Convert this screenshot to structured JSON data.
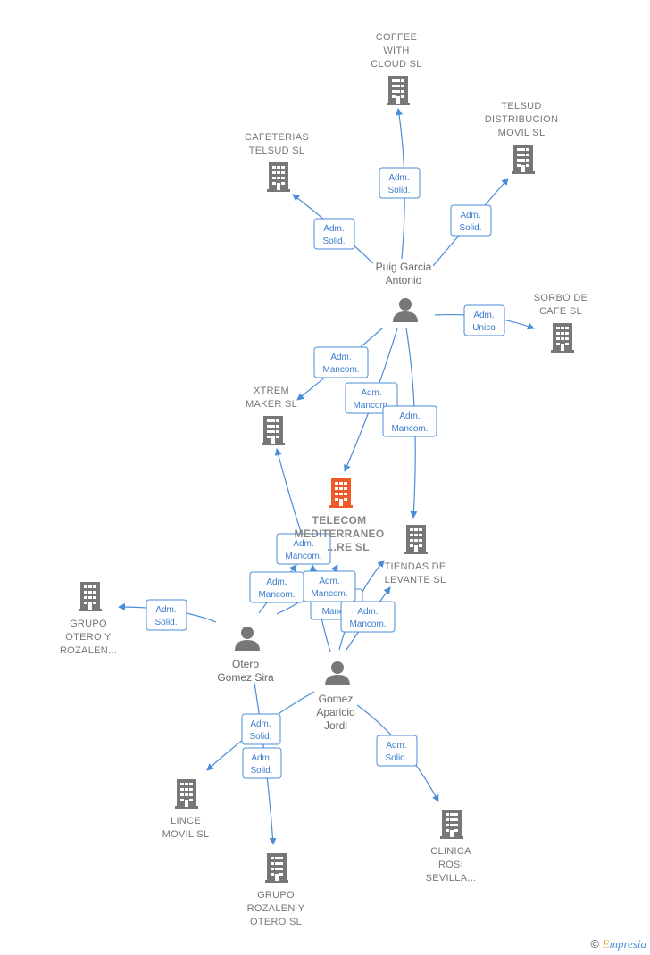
{
  "colors": {
    "edge": "#4a8cd8",
    "company": "#777777",
    "main_company": "#f05a28",
    "person": "#777777"
  },
  "companies": {
    "coffee_with_cloud": [
      "COFFEE",
      "WITH",
      "CLOUD  SL"
    ],
    "telsud_distribucion": [
      "TELSUD",
      "DISTRIBUCION",
      "MOVIL  SL"
    ],
    "cafeterias_telsud": [
      "CAFETERIAS",
      "TELSUD  SL"
    ],
    "sorbo_de_cafe": [
      "SORBO DE",
      "CAFE  SL"
    ],
    "xtrem_maker": [
      "XTREM",
      "MAKER  SL"
    ],
    "telecom_mediterraneo": [
      "TELECOM",
      "MEDITERRANEO",
      "...RE  SL"
    ],
    "tiendas_de_levante": [
      "TIENDAS DE",
      "LEVANTE  SL"
    ],
    "grupo_otero_rozalen": [
      "GRUPO",
      "OTERO Y",
      "ROZALEN..."
    ],
    "lince_movil": [
      "LINCE",
      "MOVIL SL"
    ],
    "grupo_rozalen_otero": [
      "GRUPO",
      "ROZALEN Y",
      "OTERO  SL"
    ],
    "clinica_rosi": [
      "CLINICA",
      "ROSI",
      "SEVILLA..."
    ]
  },
  "persons": {
    "puig_garcia": [
      "Puig Garcia",
      "Antonio"
    ],
    "otero_gomez": [
      "Otero",
      "Gomez Sira"
    ],
    "gomez_aparicio": [
      "Gomez",
      "Aparicio",
      "Jordi"
    ]
  },
  "edge_labels": {
    "adm_solid": [
      "Adm.",
      "Solid."
    ],
    "adm_mancom": [
      "Adm.",
      "Mancom."
    ],
    "adm_unico": [
      "Adm.",
      "Unico"
    ],
    "adm_mancom_truncated": [
      "Manc..."
    ]
  },
  "footer": {
    "copyright": "©",
    "brand_initial": "E",
    "brand_rest": "mpresia"
  }
}
